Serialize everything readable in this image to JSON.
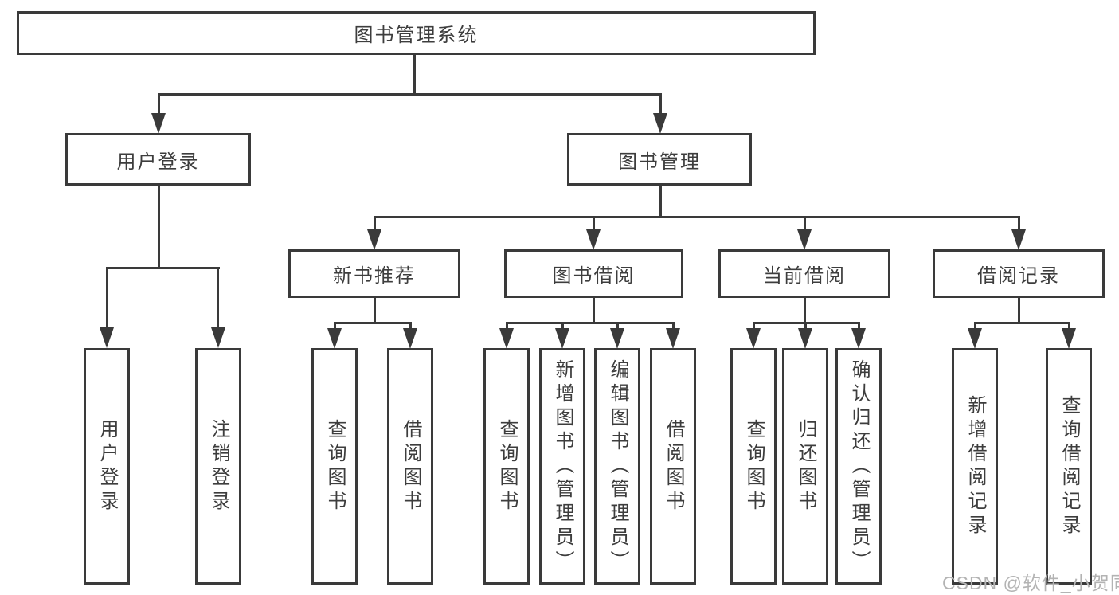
{
  "tree": {
    "root": {
      "label": "图书管理系统",
      "children": [
        {
          "label": "用户登录",
          "children": [
            {
              "label": "用户登录"
            },
            {
              "label": "注销登录"
            }
          ]
        },
        {
          "label": "图书管理",
          "children": [
            {
              "label": "新书推荐",
              "children": [
                {
                  "label": "查询图书"
                },
                {
                  "label": "借阅图书"
                }
              ]
            },
            {
              "label": "图书借阅",
              "children": [
                {
                  "label": "查询图书"
                },
                {
                  "label": "新增图书（管理员）"
                },
                {
                  "label": "编辑图书（管理员）"
                },
                {
                  "label": "借阅图书"
                }
              ]
            },
            {
              "label": "当前借阅",
              "children": [
                {
                  "label": "查询图书"
                },
                {
                  "label": "归还图书"
                },
                {
                  "label": "确认归还（管理员）"
                }
              ]
            },
            {
              "label": "借阅记录",
              "children": [
                {
                  "label": "新增借阅记录"
                },
                {
                  "label": "查询借阅记录"
                }
              ]
            }
          ]
        }
      ]
    }
  },
  "watermark": {
    "text": "CSDN @软件_小贺同学"
  },
  "colors": {
    "line": "#3a3a3a",
    "text": "#3d3d3d",
    "watermark": "#b3b3b3",
    "background": "#ffffff"
  }
}
